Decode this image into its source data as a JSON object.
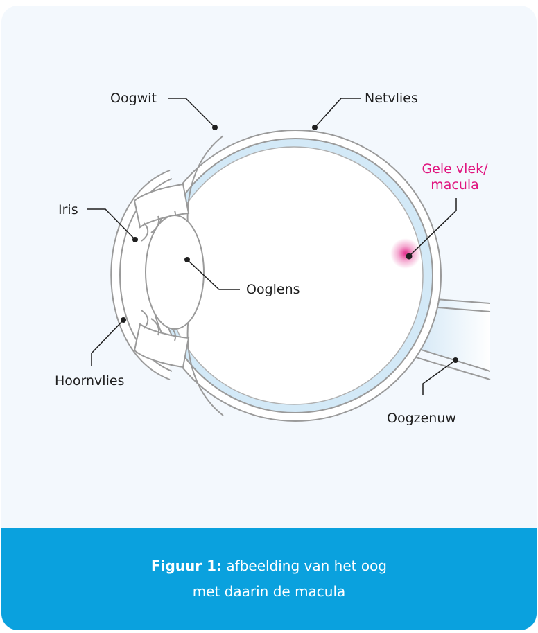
{
  "labels": {
    "oogwit": "Oogwit",
    "netvlies": "Netvlies",
    "gele_vlek_line1": "Gele vlek/",
    "gele_vlek_line2": "macula",
    "iris": "Iris",
    "ooglens": "Ooglens",
    "hoornvlies": "Hoornvlies",
    "oogzenuw": "Oogzenuw"
  },
  "caption": {
    "bold": "Figuur 1:",
    "line1": "afbeelding van het oog",
    "line2": "met daarin de macula"
  },
  "colors": {
    "background": "#f3f8fd",
    "caption_band": "#0aa1de",
    "retina": "#d3e9f7",
    "macula": "#e0157f",
    "outline": "#9a9a9a"
  }
}
